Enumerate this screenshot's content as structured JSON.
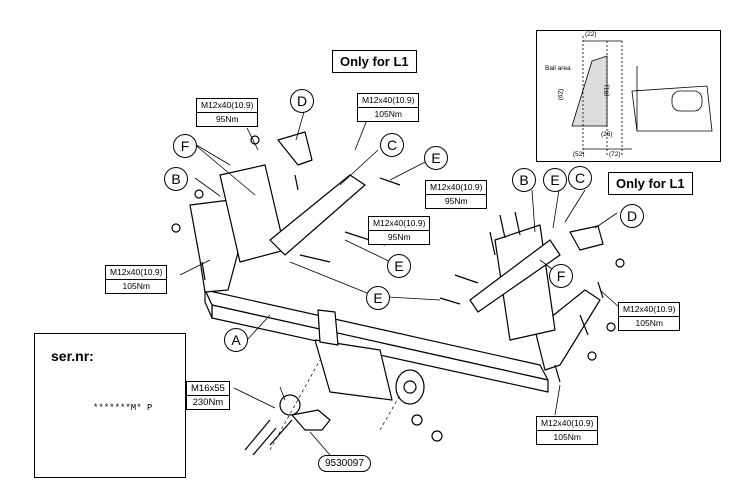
{
  "only_for_l1_label": "Only for L1",
  "serial_label": "ser.nr:",
  "serial_plate_text": "*******M*",
  "serial_plate_letter": "P",
  "part_number": "9530097",
  "bolt_specs": {
    "top_left": {
      "size": "M12x40(10.9)",
      "torque": "95Nm"
    },
    "top_middle": {
      "size": "M12x40(10.9)",
      "torque": "105Nm"
    },
    "middle_right": {
      "size": "M12x40(10.9)",
      "torque": "95Nm"
    },
    "center": {
      "size": "M12x40(10.9)",
      "torque": "95Nm"
    },
    "left": {
      "size": "M12x40(10.9)",
      "torque": "105Nm"
    },
    "right": {
      "size": "M12x40(10.9)",
      "torque": "105Nm"
    },
    "bottom_right": {
      "size": "M12x40(10.9)",
      "torque": "105Nm"
    },
    "ball": {
      "size": "M16x55",
      "torque": "230Nm"
    }
  },
  "letters": {
    "A": "A",
    "B": "B",
    "C": "C",
    "D": "D",
    "E": "E",
    "F": "F"
  },
  "dimension_inset": {
    "ball_area_label": "Ball area",
    "dims": [
      "(22)",
      "(62)",
      "(81)",
      "(26)",
      "(52)",
      "(72)"
    ]
  }
}
